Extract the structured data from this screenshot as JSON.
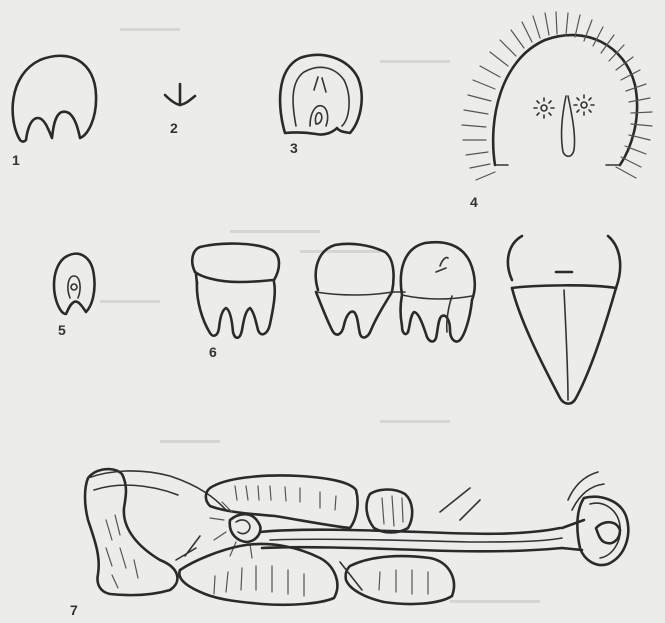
{
  "figure": {
    "labels": [
      "1",
      "2",
      "3",
      "4",
      "5",
      "6",
      "7"
    ]
  },
  "colors": {
    "background": "#ececea",
    "ink": "#2a2a2a"
  }
}
